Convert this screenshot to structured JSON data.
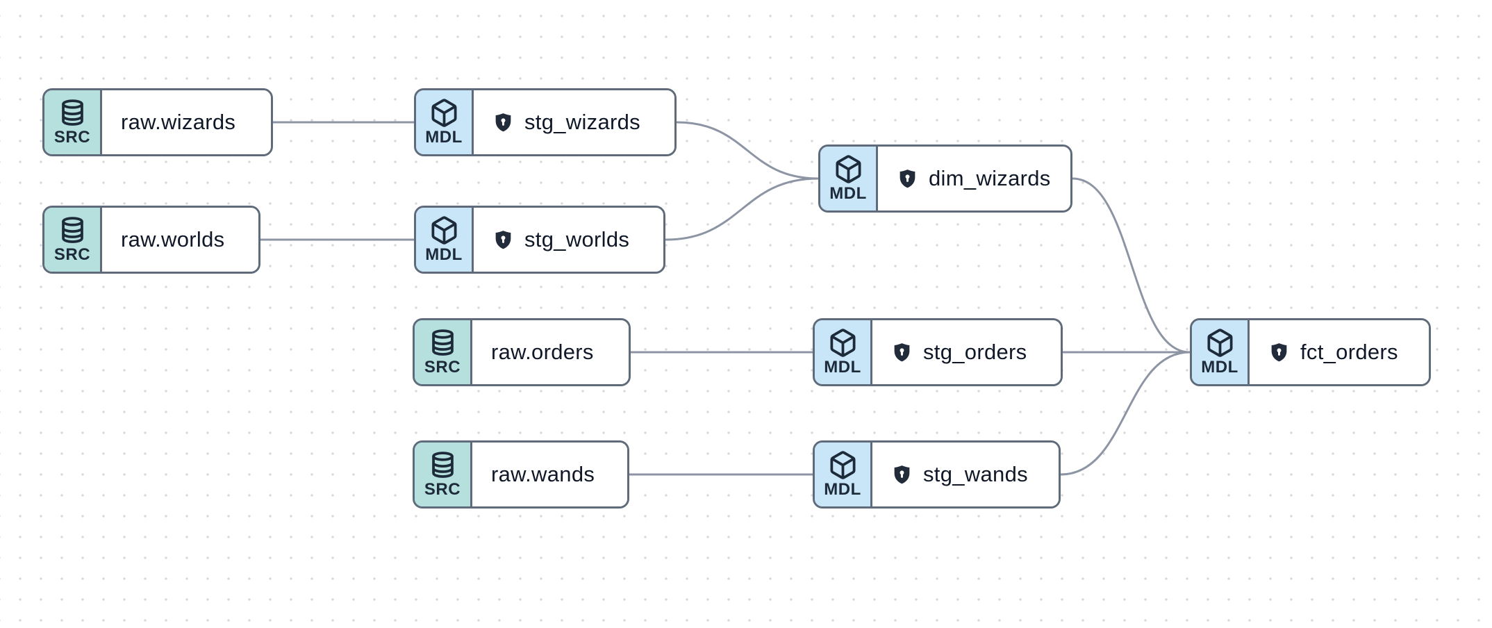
{
  "theme": {
    "canvas_bg": "#ffffff",
    "dot_color": "#d7d7db",
    "edge_color": "#8d95a4",
    "node_border": "#5f6b7b",
    "node_bg": "#ffffff",
    "src_badge_bg": "#b6e0dd",
    "mdl_badge_bg": "#c9e5f8",
    "label_color": "#101828",
    "badge_label_color": "#1c2a3a",
    "shield_color": "#222b3a"
  },
  "nodes": [
    {
      "id": "raw.wizards",
      "label": "raw.wizards",
      "type": "SRC",
      "icon": "database-icon",
      "has_shield": false
    },
    {
      "id": "stg_wizards",
      "label": "stg_wizards",
      "type": "MDL",
      "icon": "cube-icon",
      "has_shield": true
    },
    {
      "id": "raw.worlds",
      "label": "raw.worlds",
      "type": "SRC",
      "icon": "database-icon",
      "has_shield": false
    },
    {
      "id": "stg_worlds",
      "label": "stg_worlds",
      "type": "MDL",
      "icon": "cube-icon",
      "has_shield": true
    },
    {
      "id": "dim_wizards",
      "label": "dim_wizards",
      "type": "MDL",
      "icon": "cube-icon",
      "has_shield": true
    },
    {
      "id": "raw.orders",
      "label": "raw.orders",
      "type": "SRC",
      "icon": "database-icon",
      "has_shield": false
    },
    {
      "id": "stg_orders",
      "label": "stg_orders",
      "type": "MDL",
      "icon": "cube-icon",
      "has_shield": true
    },
    {
      "id": "raw.wands",
      "label": "raw.wands",
      "type": "SRC",
      "icon": "database-icon",
      "has_shield": false
    },
    {
      "id": "stg_wands",
      "label": "stg_wands",
      "type": "MDL",
      "icon": "cube-icon",
      "has_shield": true
    },
    {
      "id": "fct_orders",
      "label": "fct_orders",
      "type": "MDL",
      "icon": "cube-icon",
      "has_shield": true
    }
  ],
  "edges": [
    {
      "from": "raw.wizards",
      "to": "stg_wizards"
    },
    {
      "from": "raw.worlds",
      "to": "stg_worlds"
    },
    {
      "from": "stg_wizards",
      "to": "dim_wizards"
    },
    {
      "from": "stg_worlds",
      "to": "dim_wizards"
    },
    {
      "from": "raw.orders",
      "to": "stg_orders"
    },
    {
      "from": "raw.wands",
      "to": "stg_wands"
    },
    {
      "from": "dim_wizards",
      "to": "fct_orders"
    },
    {
      "from": "stg_orders",
      "to": "fct_orders"
    },
    {
      "from": "stg_wands",
      "to": "fct_orders"
    }
  ]
}
